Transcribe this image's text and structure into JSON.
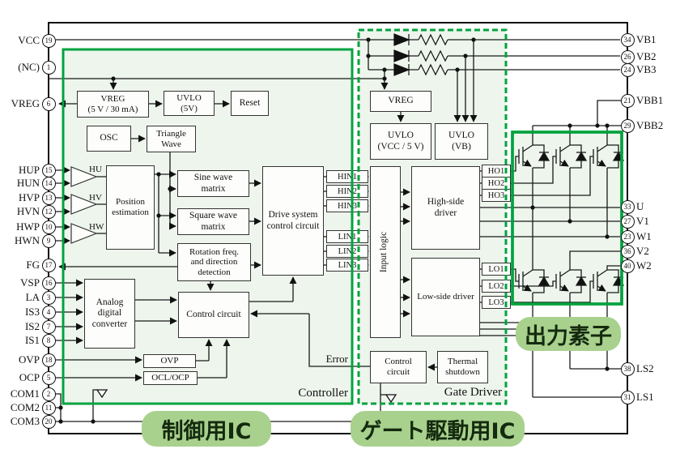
{
  "title": "Motor driver IC block diagram",
  "colors": {
    "accent_green": "#00A33E",
    "pill_green": "#A9D18E",
    "ic_fill": "#EDF5EC"
  },
  "labels": {
    "controller": "Controller",
    "gate_driver": "Gate Driver",
    "error": "Error",
    "pill_controller": "制御用IC",
    "pill_gate": "ゲート駆動用IC",
    "pill_output": "出力素子"
  },
  "blocks": {
    "vreg_c": {
      "l1": "VREG",
      "l2": "(5 V / 30 mA)"
    },
    "uvlo5": {
      "l1": "UVLO",
      "l2": "(5V)"
    },
    "reset": {
      "l1": "Reset"
    },
    "osc": {
      "l1": "OSC"
    },
    "triwave": {
      "l1": "Triangle",
      "l2": "Wave"
    },
    "posest": {
      "l1": "Position",
      "l2": "estimation"
    },
    "sine": {
      "l1": "Sine wave",
      "l2": "matrix"
    },
    "square": {
      "l1": "Square wave",
      "l2": "matrix"
    },
    "rotation": {
      "l1": "Rotation freq.",
      "l2": "and direction",
      "l3": "detection"
    },
    "dscc": {
      "l1": "Drive system",
      "l2": "control circuit"
    },
    "ctrl_c": {
      "l1": "Control circuit"
    },
    "adc": {
      "l1": "Analog",
      "l2": "digital",
      "l3": "converter"
    },
    "ovp": {
      "l1": "OVP"
    },
    "ocl": {
      "l1": "OCL/OCP"
    },
    "vreg_g": {
      "l1": "VREG"
    },
    "uvlo_vcc": {
      "l1": "UVLO",
      "l2": "(VCC / 5 V)"
    },
    "uvlo_vb": {
      "l1": "UVLO",
      "l2": "(VB)"
    },
    "inlogic": {
      "l1": "Input logic"
    },
    "hs": {
      "l1": "High-side",
      "l2": "driver"
    },
    "ls": {
      "l1": "Low-side driver"
    },
    "ctrl_g": {
      "l1": "Control",
      "l2": "circuit"
    },
    "thermal": {
      "l1": "Thermal",
      "l2": "shutdown"
    }
  },
  "comparators": [
    "HU",
    "HV",
    "HW"
  ],
  "tags": {
    "hin": [
      "HIN1",
      "HIN2",
      "HIN3"
    ],
    "lin": [
      "LIN1",
      "LIN2",
      "LIN3"
    ],
    "ho": [
      "HO1",
      "HO2",
      "HO3"
    ],
    "lo": [
      "LO1",
      "LO2",
      "LO3"
    ]
  },
  "pins": {
    "left": [
      {
        "label": "VCC",
        "num": "19"
      },
      {
        "label": "(NC)",
        "num": "1"
      },
      {
        "label": "VREG",
        "num": "6"
      },
      {
        "label": "HUP",
        "num": "15"
      },
      {
        "label": "HUN",
        "num": "14"
      },
      {
        "label": "HVP",
        "num": "13"
      },
      {
        "label": "HVN",
        "num": "12"
      },
      {
        "label": "HWP",
        "num": "10"
      },
      {
        "label": "HWN",
        "num": "9"
      },
      {
        "label": "FG",
        "num": "17"
      },
      {
        "label": "VSP",
        "num": "16"
      },
      {
        "label": "LA",
        "num": "3"
      },
      {
        "label": "IS3",
        "num": "4"
      },
      {
        "label": "IS2",
        "num": "7"
      },
      {
        "label": "IS1",
        "num": "8"
      },
      {
        "label": "OVP",
        "num": "18"
      },
      {
        "label": "OCP",
        "num": "5"
      },
      {
        "label": "COM1",
        "num": "2"
      },
      {
        "label": "COM2",
        "num": "11"
      },
      {
        "label": "COM3",
        "num": "20"
      }
    ],
    "right": [
      {
        "label": "VB1",
        "num": "34"
      },
      {
        "label": "VB2",
        "num": "26"
      },
      {
        "label": "VB3",
        "num": "24"
      },
      {
        "label": "VBB1",
        "num": "21"
      },
      {
        "label": "VBB2",
        "num": "29"
      },
      {
        "label": "U",
        "num": "33"
      },
      {
        "label": "V1",
        "num": "27"
      },
      {
        "label": "W1",
        "num": "23"
      },
      {
        "label": "V2",
        "num": "36"
      },
      {
        "label": "W2",
        "num": "40"
      },
      {
        "label": "LS2",
        "num": "38"
      },
      {
        "label": "LS1",
        "num": "31"
      }
    ]
  }
}
